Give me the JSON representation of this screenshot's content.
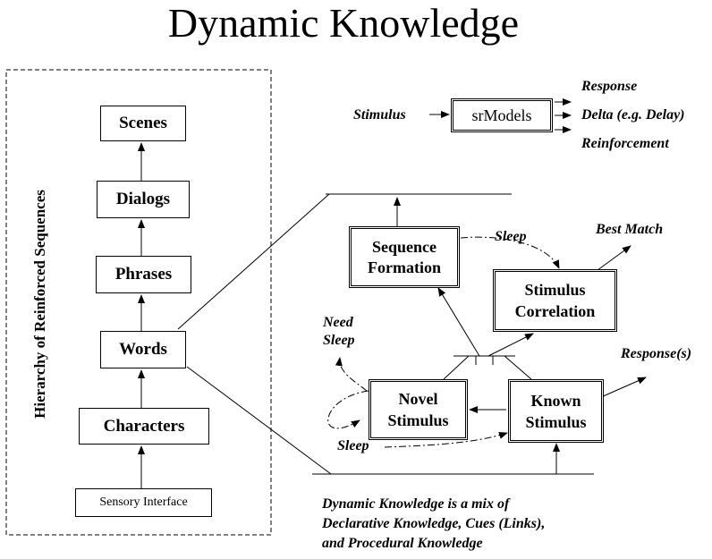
{
  "title": "Dynamic Knowledge",
  "hierarchy": {
    "label": "Hierarchy of Reinforced Sequences",
    "levels": [
      "Scenes",
      "Dialogs",
      "Phrases",
      "Words",
      "Characters",
      "Sensory Interface"
    ]
  },
  "sr_model": {
    "input": "Stimulus",
    "box": "srModels",
    "outputs": [
      "Response",
      "Delta (e.g. Delay)",
      "Reinforcement"
    ]
  },
  "detail": {
    "sequence_formation": [
      "Sequence",
      "Formation"
    ],
    "stimulus_correlation": [
      "Stimulus",
      "Correlation"
    ],
    "novel_stimulus": [
      "Novel",
      "Stimulus"
    ],
    "known_stimulus": [
      "Known",
      "Stimulus"
    ],
    "sleep_top": "Sleep",
    "best_match": "Best Match",
    "need_sleep": [
      "Need",
      "Sleep"
    ],
    "response_s": "Response(s)",
    "sleep_bottom": "Sleep"
  },
  "caption": [
    "Dynamic Knowledge is a mix of",
    "Declarative Knowledge, Cues (Links),",
    "and Procedural Knowledge"
  ]
}
